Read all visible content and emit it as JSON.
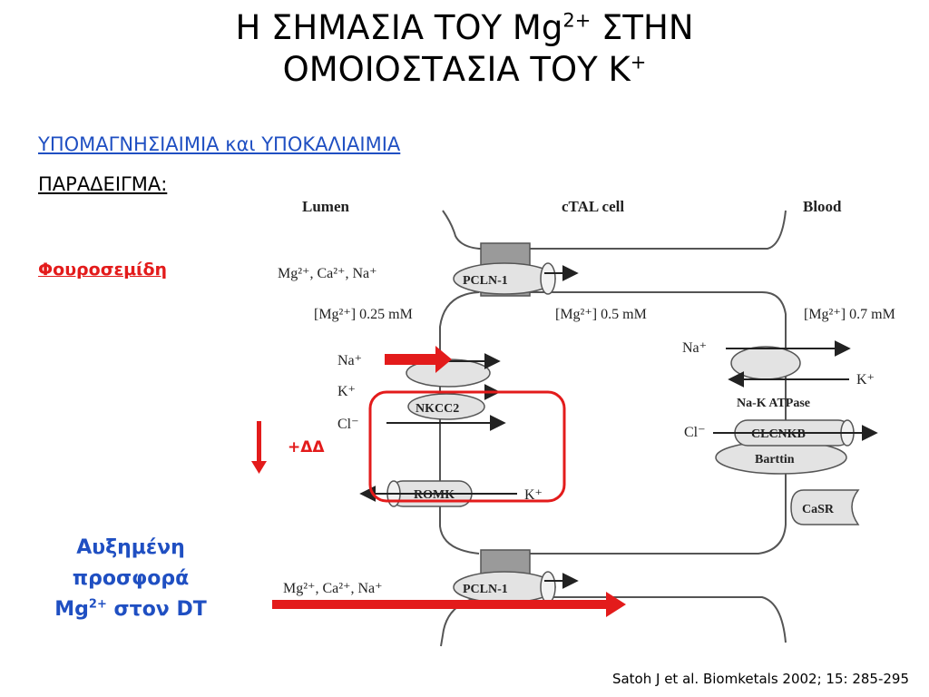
{
  "slide": {
    "title_line1_a": "Η ΣΗΜΑΣΙΑ ΤΟΥ Mg",
    "title_line1_sup": "2+",
    "title_line1_b": " ΣΤΗΝ",
    "title_line2_a": "ΟΜΟΙΟΣΤΑΣΙΑ ΤΟΥ Κ",
    "title_line2_sup": "+",
    "heading": "ΥΠΟΜΑΓΝΗΣΙΑΙΜΙΑ και ΥΠΟΚΑΛΙΑΙΜΙΑ",
    "example_label": "ΠΑΡΑΔΕΙΓΜΑ:",
    "drug": "Φουροσεμίδη",
    "delta_label": "+ΔΔ",
    "increased_line1": "Αυξημένη",
    "increased_line2": "προσφορά",
    "increased_line3_a": "Mg",
    "increased_line3_sup": "2+",
    "increased_line3_b": " στον DT",
    "citation": "Satoh J et al. Biomketals 2002; 15: 285-295"
  },
  "diagram": {
    "lumen": "Lumen",
    "cell": "cTAL cell",
    "blood": "Blood",
    "cations_top": "Mg²⁺, Ca²⁺, Na⁺",
    "cations_bottom": "Mg²⁺, Ca²⁺, Na⁺",
    "pcln_top": "PCLN-1",
    "pcln_bottom": "PCLN-1",
    "mg_lumen": "[Mg²⁺] 0.25 mM",
    "mg_cell": "[Mg²⁺] 0.5 mM",
    "mg_blood": "[Mg²⁺] 0.7 mM",
    "na_left": "Na⁺",
    "k_left": "K⁺",
    "cl_left": "Cl⁻",
    "nkcc2": "NKCC2",
    "romk": "ROMK",
    "k_romk": "K⁺",
    "na_right": "Na⁺",
    "k_right": "K⁺",
    "nak_atpase": "Na-K ATPase",
    "cl_right": "Cl⁻",
    "clcnkb": "CLCNKB",
    "barttin": "Barttin",
    "casr": "CaSR"
  },
  "colors": {
    "accent_blue": "#1f4fc2",
    "accent_red": "#e31b1b",
    "diagram_gray": "#555555",
    "transporter_fill": "#e3e3e3",
    "junction_fill": "#9a9a9a"
  }
}
